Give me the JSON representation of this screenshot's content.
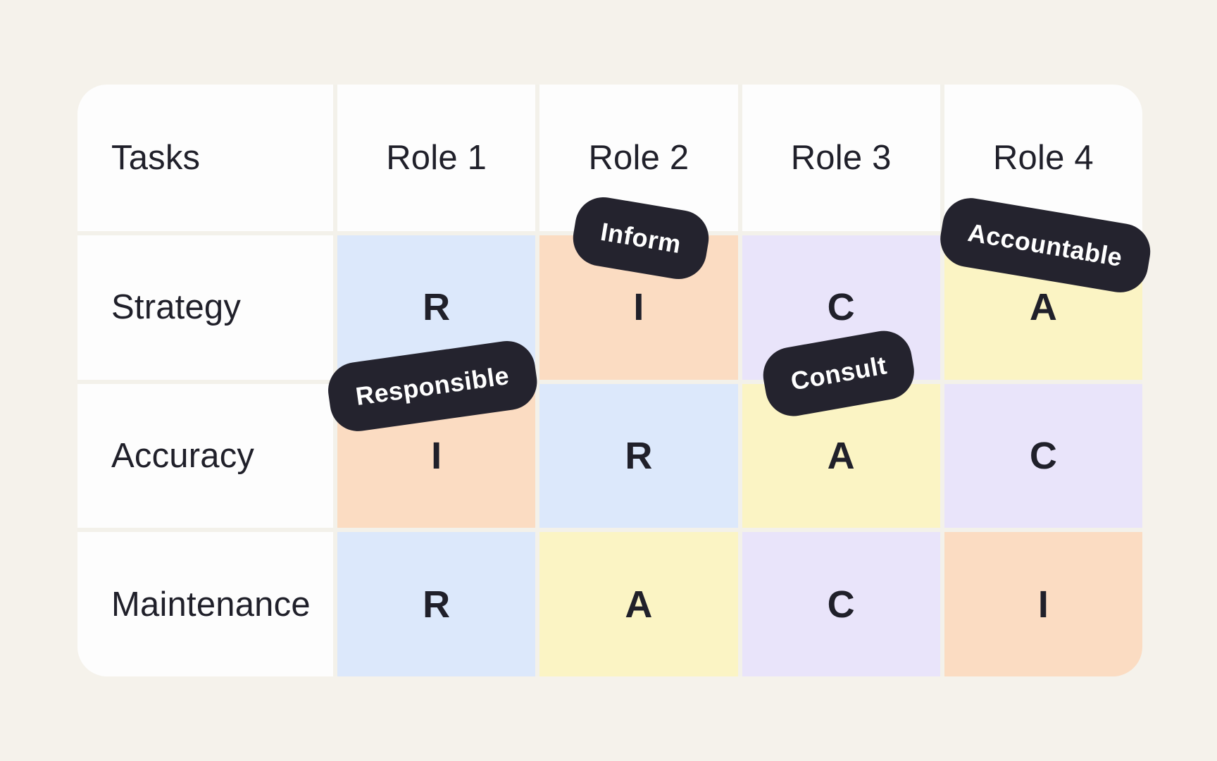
{
  "colors": {
    "page_background": "#f5f2eb",
    "table_background": "#fdfdfd",
    "divider": "#f3f1ea",
    "cell_blue": "#dce8fb",
    "cell_orange": "#fbdcc2",
    "cell_purple": "#e9e4fa",
    "cell_yellow": "#fbf4c4",
    "text": "#20202a",
    "badge_background": "#24232e",
    "badge_text": "#ffffff"
  },
  "table": {
    "columns": [
      "Tasks",
      "Role 1",
      "Role 2",
      "Role 3",
      "Role 4"
    ],
    "rows": [
      {
        "task": "Strategy",
        "cells": [
          {
            "letter": "R",
            "color": "blue"
          },
          {
            "letter": "I",
            "color": "orange"
          },
          {
            "letter": "C",
            "color": "purple"
          },
          {
            "letter": "A",
            "color": "yellow"
          }
        ]
      },
      {
        "task": "Accuracy",
        "cells": [
          {
            "letter": "I",
            "color": "orange"
          },
          {
            "letter": "R",
            "color": "blue"
          },
          {
            "letter": "A",
            "color": "yellow"
          },
          {
            "letter": "C",
            "color": "purple"
          }
        ]
      },
      {
        "task": "Maintenance",
        "cells": [
          {
            "letter": "R",
            "color": "blue"
          },
          {
            "letter": "A",
            "color": "yellow"
          },
          {
            "letter": "C",
            "color": "purple"
          },
          {
            "letter": "I",
            "color": "orange"
          }
        ]
      }
    ]
  },
  "badges": [
    {
      "label": "Inform"
    },
    {
      "label": "Accountable"
    },
    {
      "label": "Responsible"
    },
    {
      "label": "Consult"
    }
  ]
}
